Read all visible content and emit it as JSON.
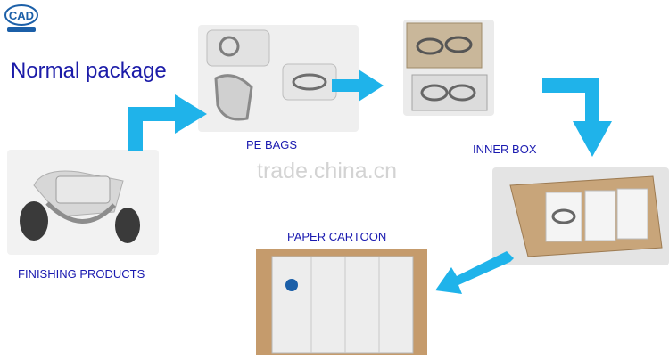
{
  "title": "Normal package",
  "watermark": "trade.china.cn",
  "stages": {
    "finishing": "FINISHING PRODUCTS",
    "pe_bags": "PE BAGS",
    "inner_box": "INNER BOX",
    "paper_carton": "PAPER CARTOON"
  },
  "colors": {
    "arrow": "#1fb3ea",
    "text": "#1a1ab0",
    "brand": "#1b5fa8"
  }
}
